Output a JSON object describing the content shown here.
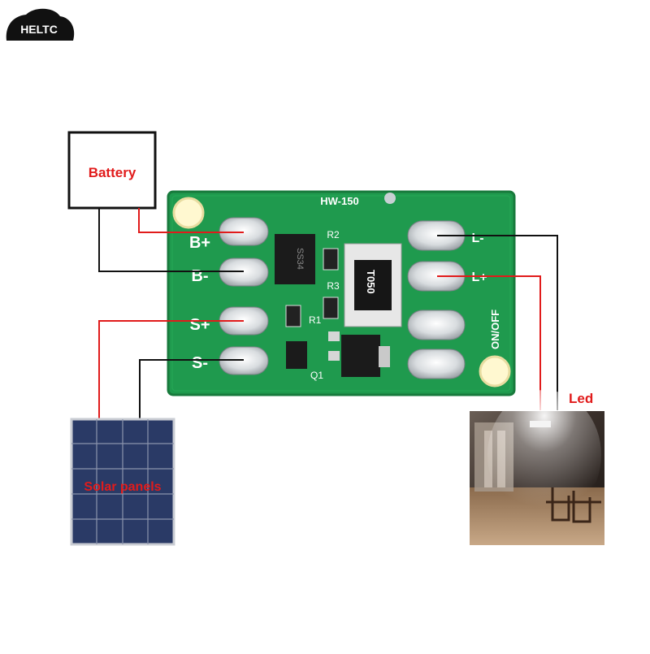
{
  "brand": {
    "logo_text": "HELTC"
  },
  "labels": {
    "battery": "Battery",
    "solar": "Solar panels",
    "led": "Led"
  },
  "board": {
    "model": "HW-150",
    "pins_left": [
      "B+",
      "B-",
      "S+",
      "S-"
    ],
    "pins_right": [
      "L-",
      "L+"
    ],
    "switch": "ON/OFF",
    "components": {
      "r1": "R1",
      "r2": "R2",
      "r3": "R3",
      "q1": "Q1",
      "diode": "SS34",
      "inductor": "T050"
    }
  },
  "colors": {
    "pcb": "#1f9a4e",
    "pcb_edge": "#187a3c",
    "wire_red": "#e11b1b",
    "wire_black": "#111111",
    "label_red": "#e11b1b",
    "solar_cell": "#2a3a66"
  }
}
